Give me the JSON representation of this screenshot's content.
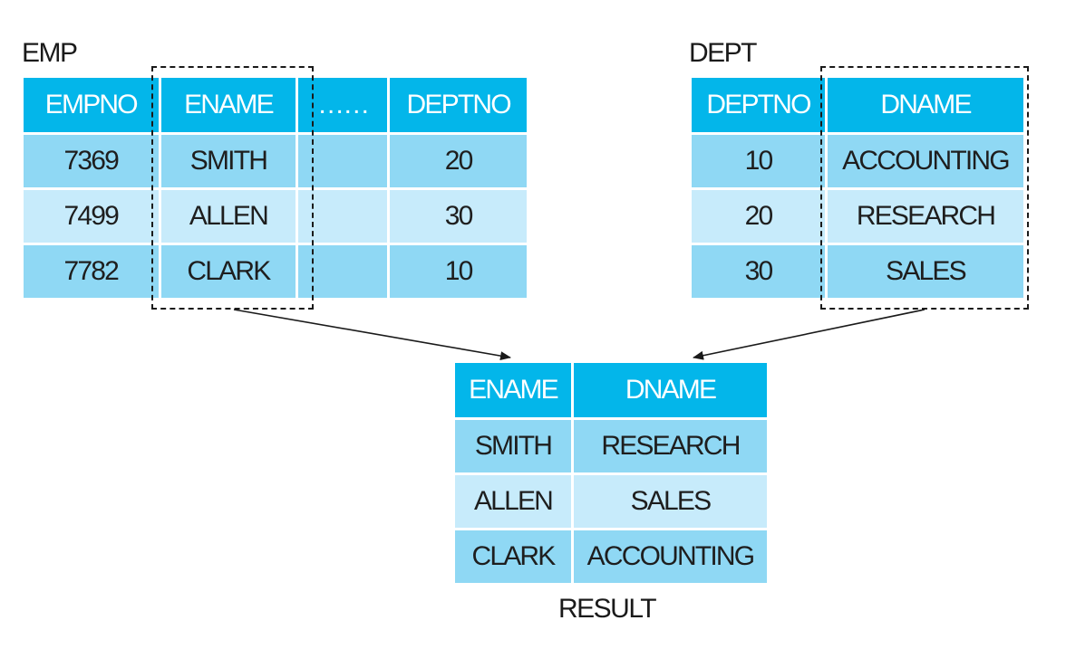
{
  "emp": {
    "caption": "EMP",
    "headers": [
      "EMPNO",
      "ENAME",
      "……",
      "DEPTNO"
    ],
    "rows": [
      [
        "7369",
        "SMITH",
        "",
        "20"
      ],
      [
        "7499",
        "ALLEN",
        "",
        "30"
      ],
      [
        "7782",
        "CLARK",
        "",
        "10"
      ]
    ]
  },
  "dept": {
    "caption": "DEPT",
    "headers": [
      "DEPTNO",
      "DNAME"
    ],
    "rows": [
      [
        "10",
        "ACCOUNTING"
      ],
      [
        "20",
        "RESEARCH"
      ],
      [
        "30",
        "SALES"
      ]
    ]
  },
  "result": {
    "caption": "RESULT",
    "headers": [
      "ENAME",
      "DNAME"
    ],
    "rows": [
      [
        "SMITH",
        "RESEARCH"
      ],
      [
        "ALLEN",
        "SALES"
      ],
      [
        "CLARK",
        "ACCOUNTING"
      ]
    ]
  },
  "colors": {
    "header": "#03b6ea",
    "row_dark": "#8fd8f4",
    "row_light": "#c7ebfb",
    "outline": "#1a1a1a"
  }
}
